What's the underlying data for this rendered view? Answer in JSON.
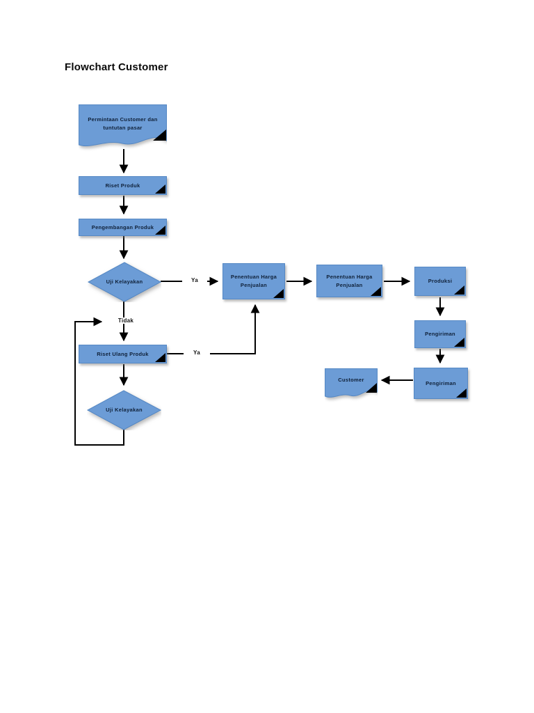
{
  "page": {
    "title": "Flowchart Customer"
  },
  "diagram": {
    "colors": {
      "shape_fill": "#6C9CD6",
      "shape_border": "#5588C4",
      "connector": "#000000",
      "page_fold": "#000000",
      "background": "#FFFFFF"
    },
    "nodes": [
      {
        "id": "permintaan",
        "type": "document",
        "label": "Permintaan Customer dan tuntutan pasar"
      },
      {
        "id": "riset-produk",
        "type": "process",
        "label": "Riset Produk"
      },
      {
        "id": "pengembangan-produk",
        "type": "process",
        "label": "Pengembangan Produk"
      },
      {
        "id": "uji-kelayakan-1",
        "type": "decision",
        "label": "Uji Kelayakan"
      },
      {
        "id": "penentuan-harga-1",
        "type": "process",
        "label": "Penentuan Harga Penjualan"
      },
      {
        "id": "penentuan-harga-2",
        "type": "process",
        "label": "Penentuan Harga Penjualan"
      },
      {
        "id": "produksi",
        "type": "process",
        "label": "Produksi"
      },
      {
        "id": "pengiriman-1",
        "type": "process",
        "label": "Pengiriman"
      },
      {
        "id": "pengiriman-2",
        "type": "process",
        "label": "Pengiriman"
      },
      {
        "id": "customer",
        "type": "document",
        "label": "Customer"
      },
      {
        "id": "riset-ulang-produk",
        "type": "process",
        "label": "Riset Ulang Produk"
      },
      {
        "id": "uji-kelayakan-2",
        "type": "decision",
        "label": "Uji Kelayakan"
      }
    ],
    "edge_labels": {
      "ya_top": "Ya",
      "ya_bottom": "Ya",
      "tidak": "Tidak"
    }
  }
}
